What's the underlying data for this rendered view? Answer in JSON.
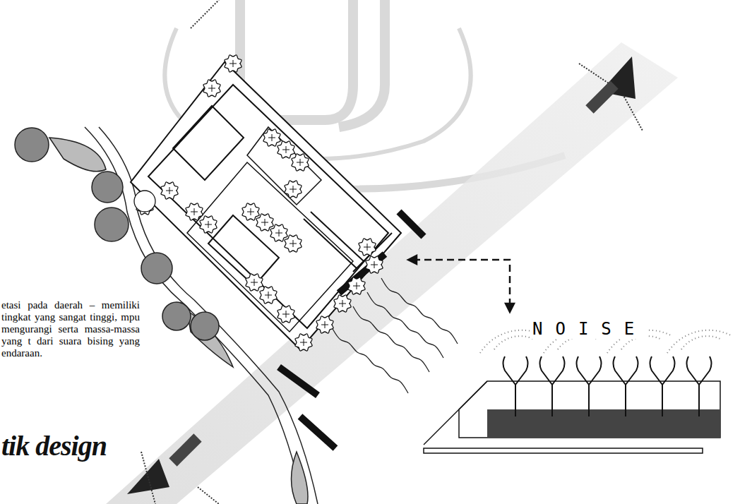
{
  "diagram": {
    "labels": [
      "etasi pada daerah – memiliki tingkat yang sangat tinggi, mpu mengurangi serta massa-massa yang t dari suara bising yang endaraan.",
      "NOISE",
      "tik design"
    ]
  }
}
